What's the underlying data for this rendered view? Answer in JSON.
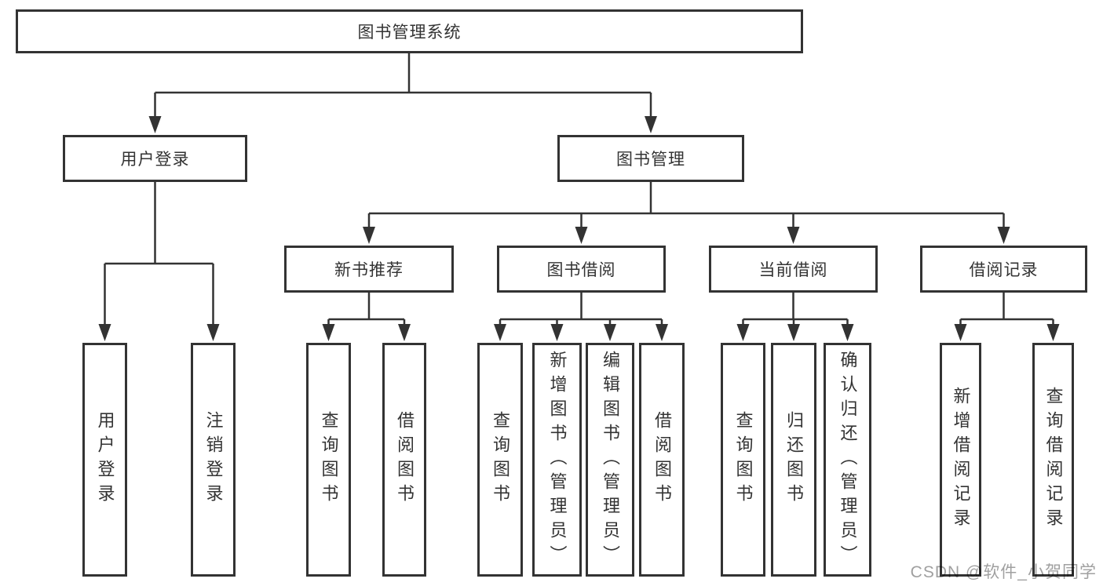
{
  "colors": {
    "line": "#333333",
    "text": "#333333",
    "box_background": "#ffffff",
    "watermark": "#a0a0a0"
  },
  "tree": {
    "root": "图书管理系统",
    "user_login": {
      "label": "用户登录",
      "leaves": [
        "用户登录",
        "注销登录"
      ]
    },
    "book_mgmt": {
      "label": "图书管理",
      "sections": {
        "new_books": {
          "label": "新书推荐",
          "leaves": [
            "查询图书",
            "借阅图书"
          ]
        },
        "borrowing": {
          "label": "图书借阅",
          "leaves": [
            "查询图书",
            "新增图书（管理员）",
            "编辑图书（管理员）",
            "借阅图书"
          ]
        },
        "current": {
          "label": "当前借阅",
          "leaves": [
            "查询图书",
            "归还图书",
            "确认归还（管理员）"
          ]
        },
        "records": {
          "label": "借阅记录",
          "leaves": [
            "新增借阅记录",
            "查询借阅记录"
          ]
        }
      }
    }
  },
  "watermark": "CSDN @软件_小贺同学"
}
